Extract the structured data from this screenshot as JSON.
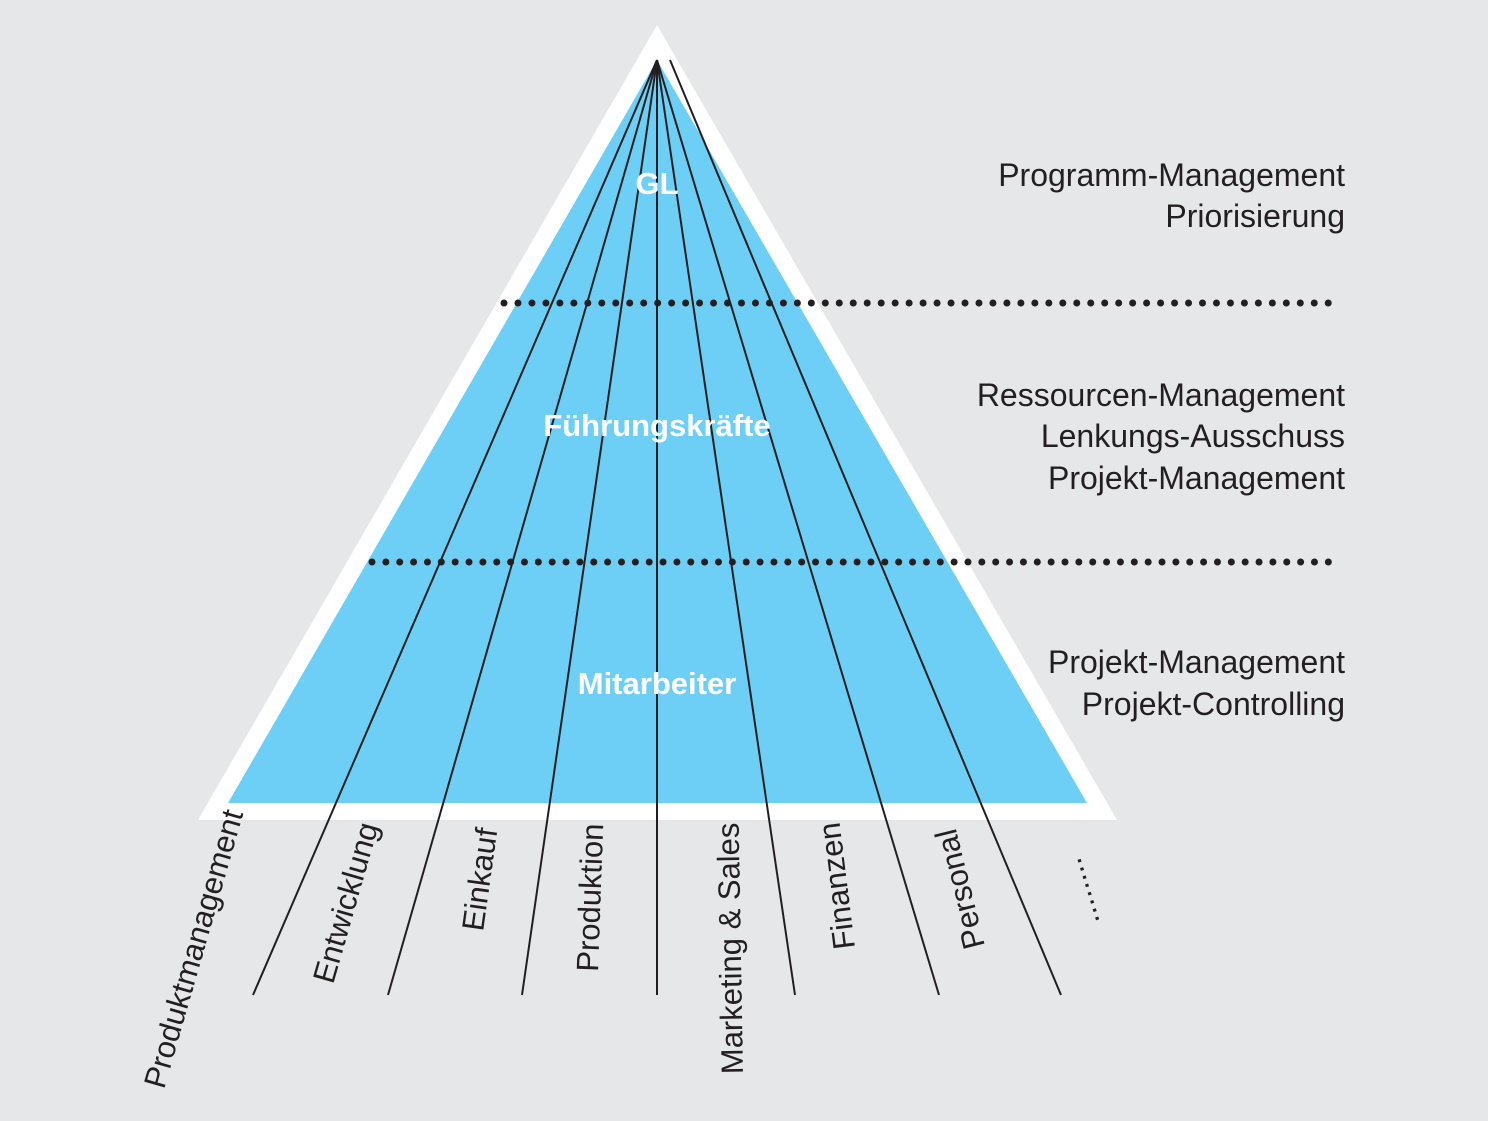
{
  "levels": [
    {
      "label": "GL"
    },
    {
      "label": "Führungskräfte"
    },
    {
      "label": "Mitarbeiter"
    }
  ],
  "responsibilities": [
    {
      "lines": [
        "Programm-Management",
        "Priorisierung"
      ]
    },
    {
      "lines": [
        "Ressourcen-Management",
        "Lenkungs-Ausschuss",
        "Projekt-Management"
      ]
    },
    {
      "lines": [
        "Projekt-Management",
        "Projekt-Controlling"
      ]
    }
  ],
  "departments": [
    "Produktmanagement",
    "Entwicklung",
    "Einkauf",
    "Produktion",
    "Marketing & Sales",
    "Finanzen",
    "Personal",
    "........"
  ],
  "colors": {
    "background": "#e6e7e8",
    "pyramid_fill": "#6dcff6",
    "pyramid_border": "#ffffff",
    "lines": "#231f20",
    "level_text": "#ffffff"
  }
}
